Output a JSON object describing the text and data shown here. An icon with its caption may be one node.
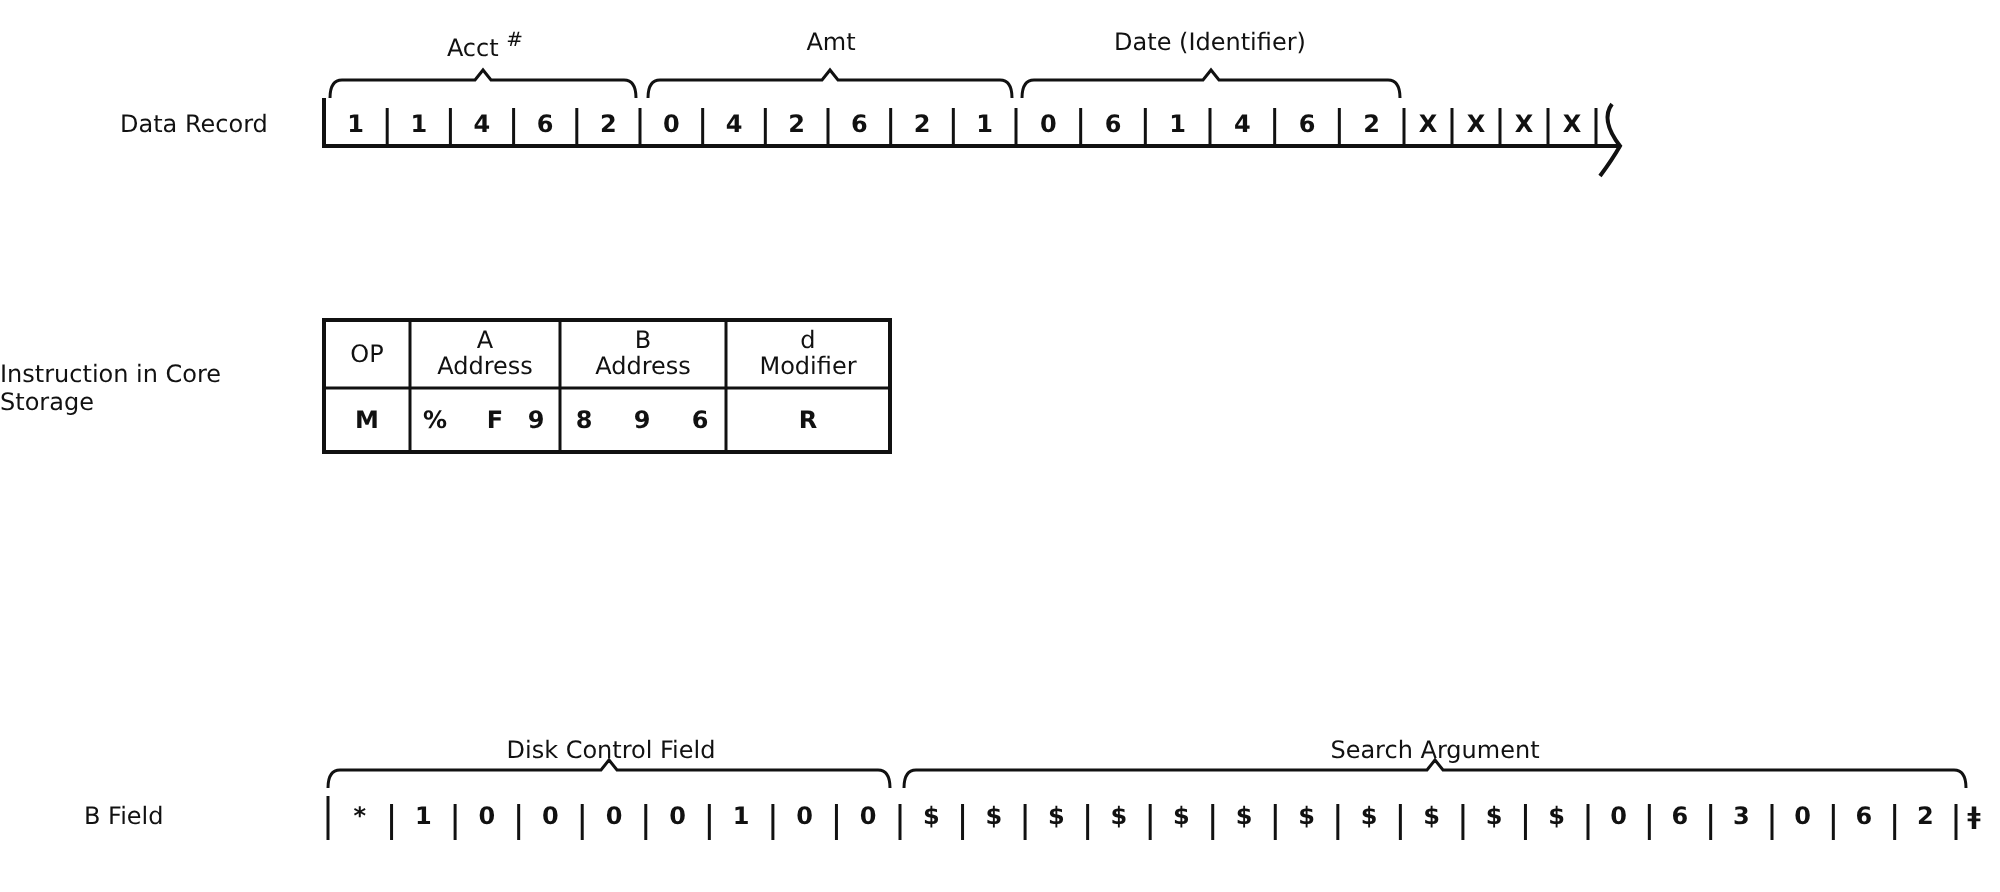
{
  "diagram": {
    "labels": [
      "Acct $^{#}$",
      "Amt",
      "Date (Identifier)",
      "Data Record",
      "1",
      "1",
      "4",
      "6",
      "2",
      "0",
      "4",
      "2",
      "6",
      "2",
      "1",
      "0",
      "6",
      "1",
      "4",
      "6",
      "2",
      "X",
      "X",
      "X",
      "X",
      "Instruction in Core Storage",
      "OP",
      "A Address",
      "B Address",
      "d Modifier",
      "M",
      "%",
      "F",
      "9",
      "8",
      "9",
      "6",
      "R",
      "Disk Control Field",
      "Search Argument",
      "B Field",
      "*",
      "1",
      "0",
      "0",
      "0",
      "0",
      "1",
      "0",
      "0",
      "$",
      "$",
      "$",
      "$",
      "$",
      "$",
      "$",
      "$",
      "$",
      "$",
      "$",
      "0",
      "6",
      "3",
      "0",
      "6",
      "2",
      "ǂ"
    ]
  }
}
